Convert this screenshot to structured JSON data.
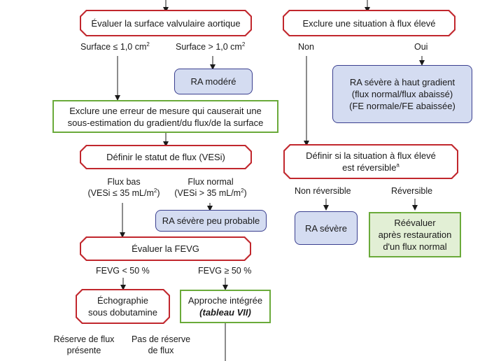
{
  "nodes": {
    "eval_surface": "Évaluer la surface valvulaire aortique",
    "exclude_high_flow": "Exclure une situation à flux élevé",
    "ra_moderate": "RA modéré",
    "ra_severe_high_gradient": [
      "RA sévère à haut gradient",
      "(flux normal/flux abaissé)",
      "(FE normale/FE abaissée)"
    ],
    "exclude_error": [
      "Exclure une erreur de mesure qui causerait une",
      "sous-estimation du gradient/du flux/de la surface"
    ],
    "define_flow": "Définir le statut de flux (VESi)",
    "define_reversible": [
      "Définir si la situation à flux élevé",
      "est réversible"
    ],
    "define_reversible_sup": "a",
    "ra_unlikely": "RA sévère peu probable",
    "ra_severe": "RA sévère",
    "reevaluate": [
      "Réévaluer",
      "après restauration",
      "d'un flux normal"
    ],
    "eval_fevg": "Évaluer la FEVG",
    "echo_dobutamine": [
      "Échographie",
      "sous dobutamine"
    ],
    "integrated": [
      "Approche intégrée",
      "(tableau VII)"
    ]
  },
  "labels": {
    "surface_le": "Surface ≤ 1,0 cm",
    "surface_gt": "Surface > 1,0 cm",
    "sq": "2",
    "non": "Non",
    "oui": "Oui",
    "flux_bas": [
      "Flux bas",
      "(VESi ≤ 35 mL/m",
      ")"
    ],
    "flux_normal": [
      "Flux normal",
      "(VESi > 35 mL/m",
      ")"
    ],
    "non_reversible": "Non réversible",
    "reversible": "Réversible",
    "fevg_lt": "FEVG < 50 %",
    "fevg_ge": "FEVG ≥ 50 %",
    "reserve_present": [
      "Réserve de flux",
      "présente"
    ],
    "no_reserve": [
      "Pas de réserve",
      "de flux"
    ]
  },
  "colors": {
    "decision_border": "#c1272d",
    "result_fill": "#d4dcf1",
    "result_border": "#3a3f8f",
    "action_border": "#6aaa3a",
    "action_fill": "#e2efd5",
    "arrow": "#1a1a1a"
  }
}
